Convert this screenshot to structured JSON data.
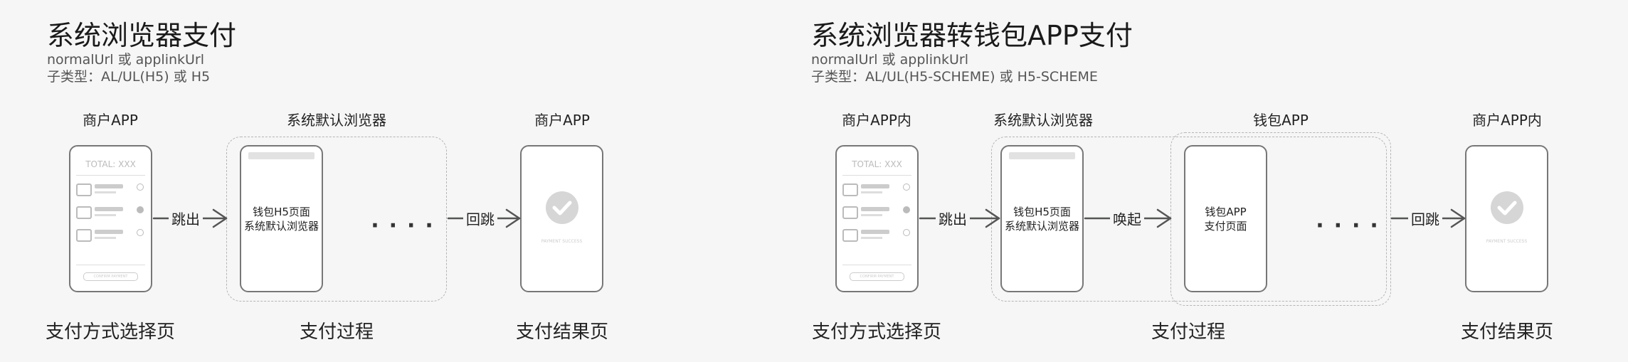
{
  "left": {
    "title": "系统浏览器支付",
    "subtitle1": "normalUrl 或 applinkUrl",
    "subtitle2": "子类型：AL/UL(H5) 或 H5",
    "labels": [
      "商户APP",
      "系统默认浏览器",
      "商户APP"
    ],
    "arrow_labels": [
      "跳出",
      "回跳"
    ],
    "dots": "....",
    "phone_mid_text": [
      "钱包H5页面",
      "系统默认浏览器"
    ],
    "bottom": [
      "支付方式选择页",
      "支付过程",
      "支付结果页"
    ]
  },
  "right": {
    "title": "系统浏览器转钱包APP支付",
    "subtitle1": "normalUrl 或 applinkUrl",
    "subtitle2": "子类型：AL/UL(H5-SCHEME) 或 H5-SCHEME",
    "labels": [
      "商户APP内",
      "系统默认浏览器",
      "钱包APP",
      "商户APP内"
    ],
    "arrow_labels": [
      "跳出",
      "唤起",
      "回跳"
    ],
    "dots": "....",
    "phone_mid_text_1": [
      "钱包H5页面",
      "系统默认浏览器"
    ],
    "phone_mid_text_2": [
      "钱包APP",
      "支付页面"
    ],
    "bottom": [
      "支付方式选择页",
      "支付过程",
      "支付结果页"
    ]
  },
  "mini": {
    "total": "TOTAL: XXX",
    "confirm": "CONFIRM PAYMENT",
    "success": "PAYMENT SUCCESS"
  },
  "colors": {
    "stroke": "#777777",
    "dashed": "#b5b5b5",
    "background": "#f5f6f5"
  }
}
